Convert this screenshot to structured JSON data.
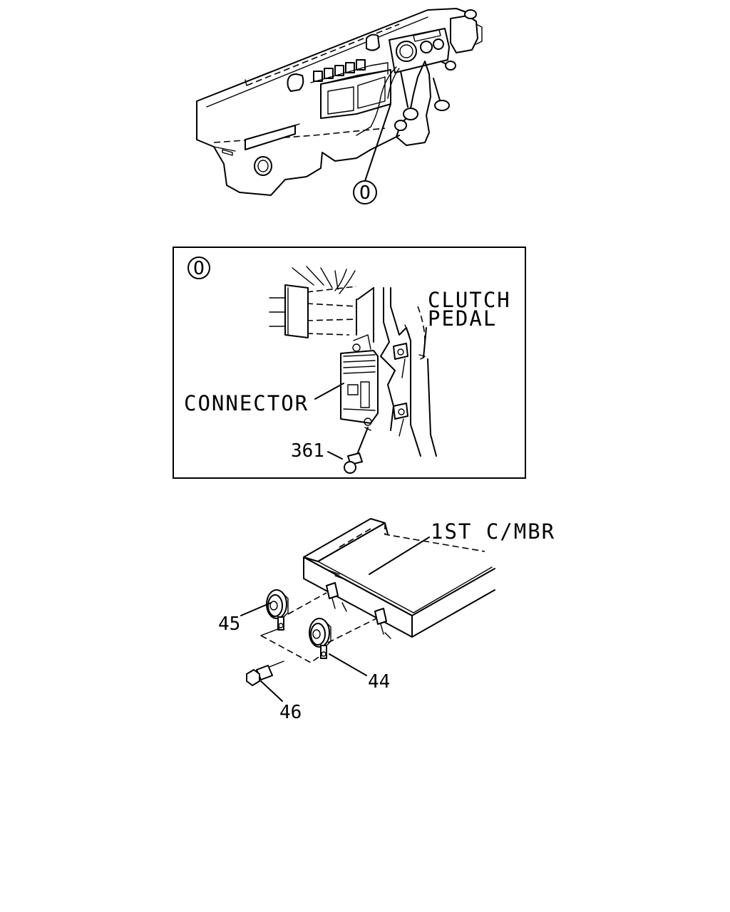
{
  "callouts": {
    "dashboard_ref": "O",
    "detail_ref": "O"
  },
  "labels": {
    "clutch_line1": "CLUTCH",
    "clutch_line2": "PEDAL",
    "connector": "CONNECTOR",
    "part_361": "361",
    "crossmember": "1ST C/MBR",
    "part_45": "45",
    "part_44": "44",
    "part_46": "46"
  }
}
